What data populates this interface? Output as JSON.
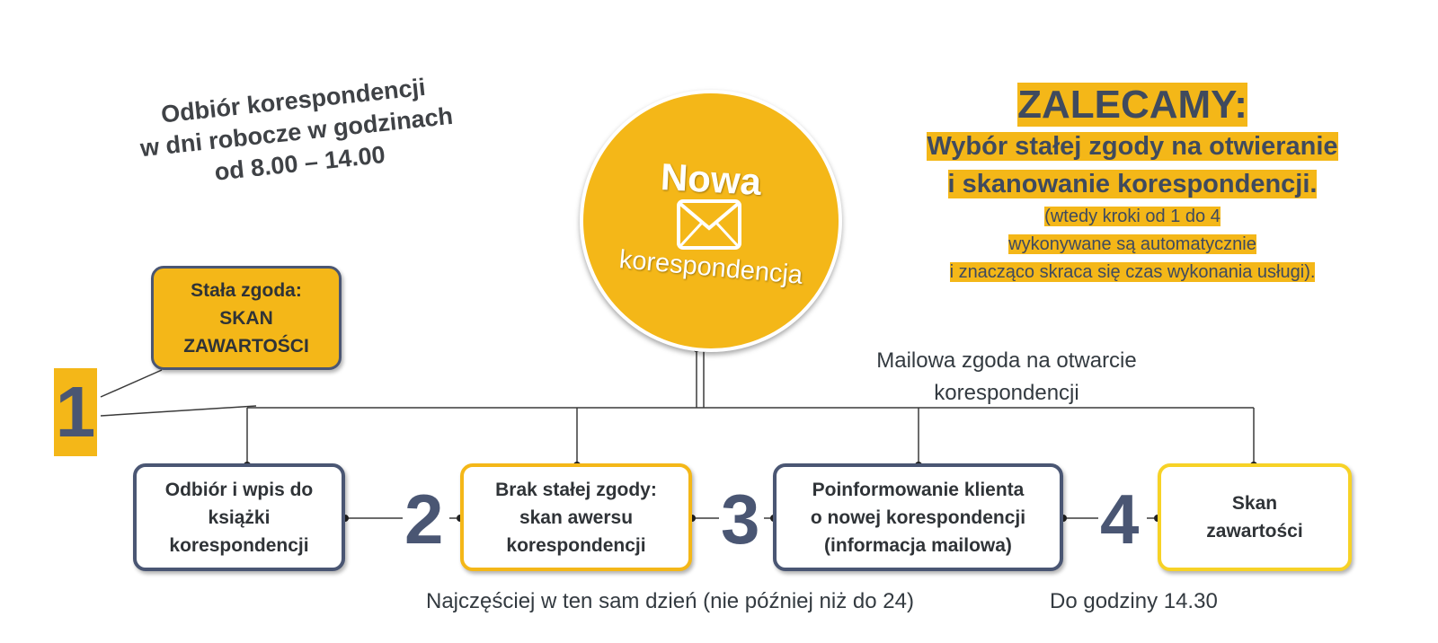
{
  "hours_note": [
    "Odbiór korespondencji",
    "w dni robocze w godzinach",
    "od 8.00 – 14.00"
  ],
  "center": {
    "title": "Nowa",
    "subtitle": "korespondencja",
    "icon": "envelope-icon"
  },
  "recommendation": {
    "title": "ZALECAMY:",
    "lines": [
      "Wybór stałej zgody na otwieranie",
      "i skanowanie korespondencji."
    ],
    "small_lines": [
      "(wtedy kroki od 1 do 4",
      "wykonywane są automatycznie",
      "i znacząco skraca się czas wykonania usługi)."
    ]
  },
  "permanent_consent": {
    "lines": [
      "Stała zgoda:",
      "SKAN",
      "ZAWARTOŚCI"
    ]
  },
  "mail_consent_note": [
    "Mailowa zgoda na otwarcie",
    "korespondencji"
  ],
  "steps": [
    {
      "number": "1",
      "lines": [
        "Odbiór i wpis do",
        "książki",
        "korespondencji"
      ]
    },
    {
      "number": "2",
      "lines": [
        "Brak stałej zgody:",
        "skan awersu",
        "korespondencji"
      ]
    },
    {
      "number": "3",
      "lines": [
        "Poinformowanie klienta",
        "o nowej korespondencji",
        "(informacja mailowa)"
      ]
    },
    {
      "number": "4",
      "lines": [
        "Skan",
        "zawartości"
      ]
    }
  ],
  "timing_notes": [
    "Najczęściej w ten sam dzień (nie później niż do 24)",
    "Do godziny 14.30"
  ],
  "colors": {
    "accent": "#f4b718",
    "navy": "#4a5673",
    "text": "#333a40"
  }
}
